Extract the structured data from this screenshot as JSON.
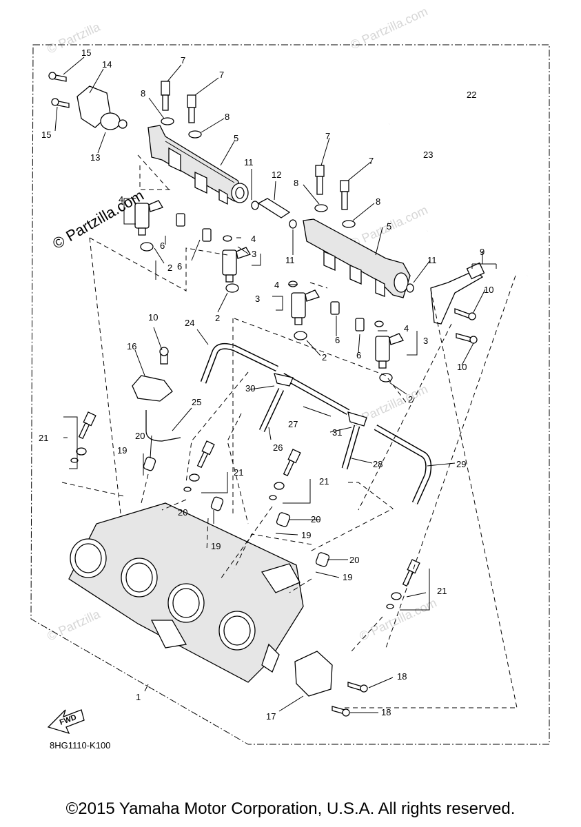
{
  "diagram_code": "8HG1110-K100",
  "copyright": "©2015 Yamaha Motor Corporation, U.S.A. All rights reserved.",
  "watermark": "© Partzilla.com",
  "watermark_short": "© Partzilla",
  "fwd_label": "FWD",
  "callouts": {
    "c1": "1",
    "c2a": "2",
    "c2b": "2",
    "c2c": "2",
    "c2d": "2",
    "c3a": "3",
    "c3b": "3",
    "c3c": "3",
    "c4a": "4",
    "c4b": "4",
    "c4c": "4",
    "c4d": "4",
    "c5a": "5",
    "c5b": "5",
    "c6a": "6",
    "c6b": "6",
    "c6c": "6",
    "c6d": "6",
    "c7a": "7",
    "c7b": "7",
    "c7c": "7",
    "c7d": "7",
    "c8a": "8",
    "c8b": "8",
    "c8c": "8",
    "c8d": "8",
    "c9": "9",
    "c10a": "10",
    "c10b": "10",
    "c10c": "10",
    "c11a": "11",
    "c11b": "11",
    "c11c": "11",
    "c12": "12",
    "c13": "13",
    "c14": "14",
    "c15a": "15",
    "c15b": "15",
    "c16": "16",
    "c17": "17",
    "c18a": "18",
    "c18b": "18",
    "c19a": "19",
    "c19b": "19",
    "c19c": "19",
    "c19d": "19",
    "c20a": "20",
    "c20b": "20",
    "c20c": "20",
    "c20d": "20",
    "c21a": "21",
    "c21b": "21",
    "c21c": "21",
    "c21d": "21",
    "c22": "22",
    "c23": "23",
    "c24": "24",
    "c25": "25",
    "c26": "26",
    "c27": "27",
    "c28": "28",
    "c29": "29",
    "c30": "30",
    "c31": "31"
  }
}
